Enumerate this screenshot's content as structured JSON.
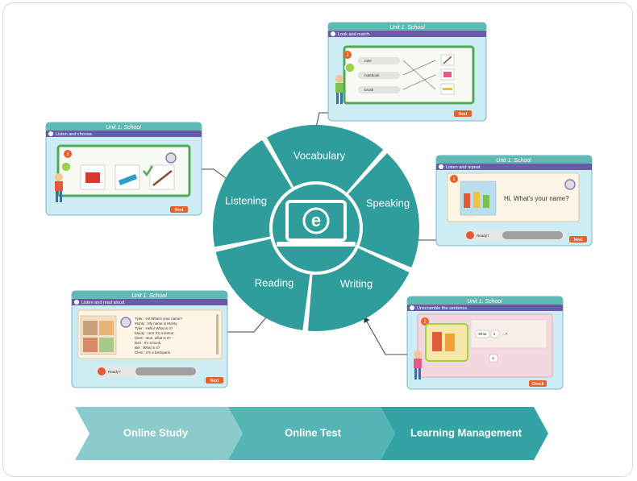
{
  "center": {
    "icon": "laptop-e-icon",
    "glyph": "e"
  },
  "segments": [
    {
      "key": "vocabulary",
      "label": "Vocabulary"
    },
    {
      "key": "speaking",
      "label": "Speaking"
    },
    {
      "key": "writing",
      "label": "Writing"
    },
    {
      "key": "reading",
      "label": "Reading"
    },
    {
      "key": "listening",
      "label": "Listening"
    }
  ],
  "flow": [
    {
      "label": "Online Study"
    },
    {
      "label": "Online Test"
    },
    {
      "label": "Learning Management"
    }
  ],
  "colors": {
    "wheel": "#2f9d9b",
    "wheel_light": "#3aa7a4",
    "chev1": "#8ccbcb",
    "chev2": "#55b5b4",
    "chev3": "#34a3a3",
    "panel_header": "#5fb9b4",
    "panel_bar": "#6a5aa8",
    "panel_body": "#ccedf4",
    "button": "#e8602a"
  },
  "screens": {
    "vocabulary": {
      "unit_title": "Unit 1. School",
      "instruction": "Look and match.",
      "number": "2",
      "words": [
        "ruler",
        "notebook",
        "brush"
      ],
      "button": "Next"
    },
    "listening": {
      "unit_title": "Unit 1. School",
      "instruction": "Listen and choose.",
      "number": "1",
      "button": "Next"
    },
    "speaking": {
      "unit_title": "Unit 1. School",
      "instruction": "Listen and repeat.",
      "number": "1",
      "sentence": "Hi. What's your name?",
      "ready": "Ready?",
      "button": "Next"
    },
    "reading": {
      "unit_title": "Unit 1. School",
      "instruction": "Listen and read aloud.",
      "lines": [
        "Tyler : Hi! What's your name?",
        "Monty : My name is Monty.",
        "Tyler : Hello! What is it?",
        "Monty : Um! It's a lemon.",
        "Clem : Bon, what is it?",
        "Bon : It's a book.",
        "Bel : What is it?",
        "Clem : It's a backpack."
      ],
      "ready": "Ready?",
      "button": "Next"
    },
    "writing": {
      "unit_title": "Unit 1. School",
      "instruction": "Unscramble the sentence.",
      "number": "2",
      "tiles": [
        "What",
        "it",
        "...?"
      ],
      "extra": "is",
      "button": "Check"
    }
  }
}
